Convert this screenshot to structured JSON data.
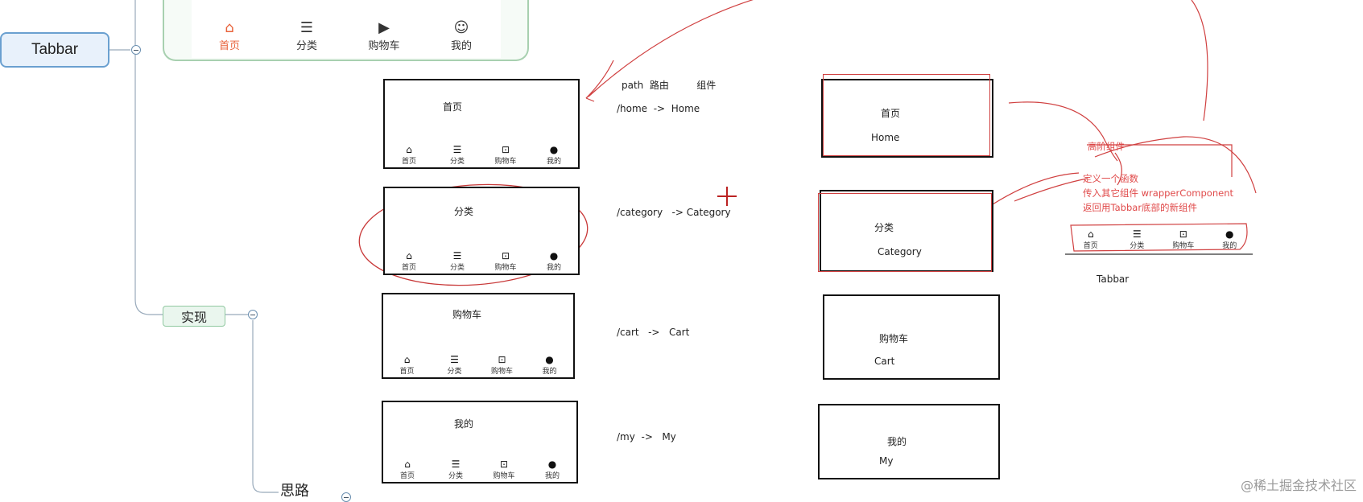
{
  "mindmap": {
    "tabbar": "Tabbar",
    "impl": "实现",
    "idea": "思路"
  },
  "app_tabs": [
    {
      "label": "首页",
      "icon": "home-icon",
      "active": true
    },
    {
      "label": "分类",
      "icon": "category-icon",
      "active": false
    },
    {
      "label": "购物车",
      "icon": "cart-icon",
      "active": false
    },
    {
      "label": "我的",
      "icon": "user-icon",
      "active": false
    }
  ],
  "mini_tabs": [
    "首页",
    "分类",
    "购物车",
    "我的"
  ],
  "screens": [
    {
      "title": "首页"
    },
    {
      "title": "分类"
    },
    {
      "title": "购物车"
    },
    {
      "title": "我的"
    }
  ],
  "header": {
    "path": "path",
    "route": "路由",
    "component": "组件"
  },
  "routes": [
    {
      "path": "/home",
      "arrow": "->",
      "component": "Home"
    },
    {
      "path": "/category",
      "arrow": "->",
      "component": "Category"
    },
    {
      "path": "/cart",
      "arrow": "->",
      "component": "Cart"
    },
    {
      "path": "/my",
      "arrow": "->",
      "component": "My"
    }
  ],
  "components": [
    {
      "cn": "首页",
      "en": "Home"
    },
    {
      "cn": "分类",
      "en": "Category"
    },
    {
      "cn": "购物车",
      "en": "Cart"
    },
    {
      "cn": "我的",
      "en": "My"
    }
  ],
  "notes": {
    "hoc": "高阶组件",
    "line1": "定义一个函数",
    "line2": "传入其它组件 wrapperComponent",
    "line3": "返回用Tabbar底部的新组件"
  },
  "right_tabbar": {
    "tabs": [
      "首页",
      "分类",
      "购物车",
      "我的"
    ],
    "caption": "Tabbar"
  },
  "watermark": "@稀土掘金技术社区",
  "colors": {
    "annotation": "#e04a4a",
    "active_tab": "#e8623a",
    "node_border": "#6aa0d0"
  }
}
